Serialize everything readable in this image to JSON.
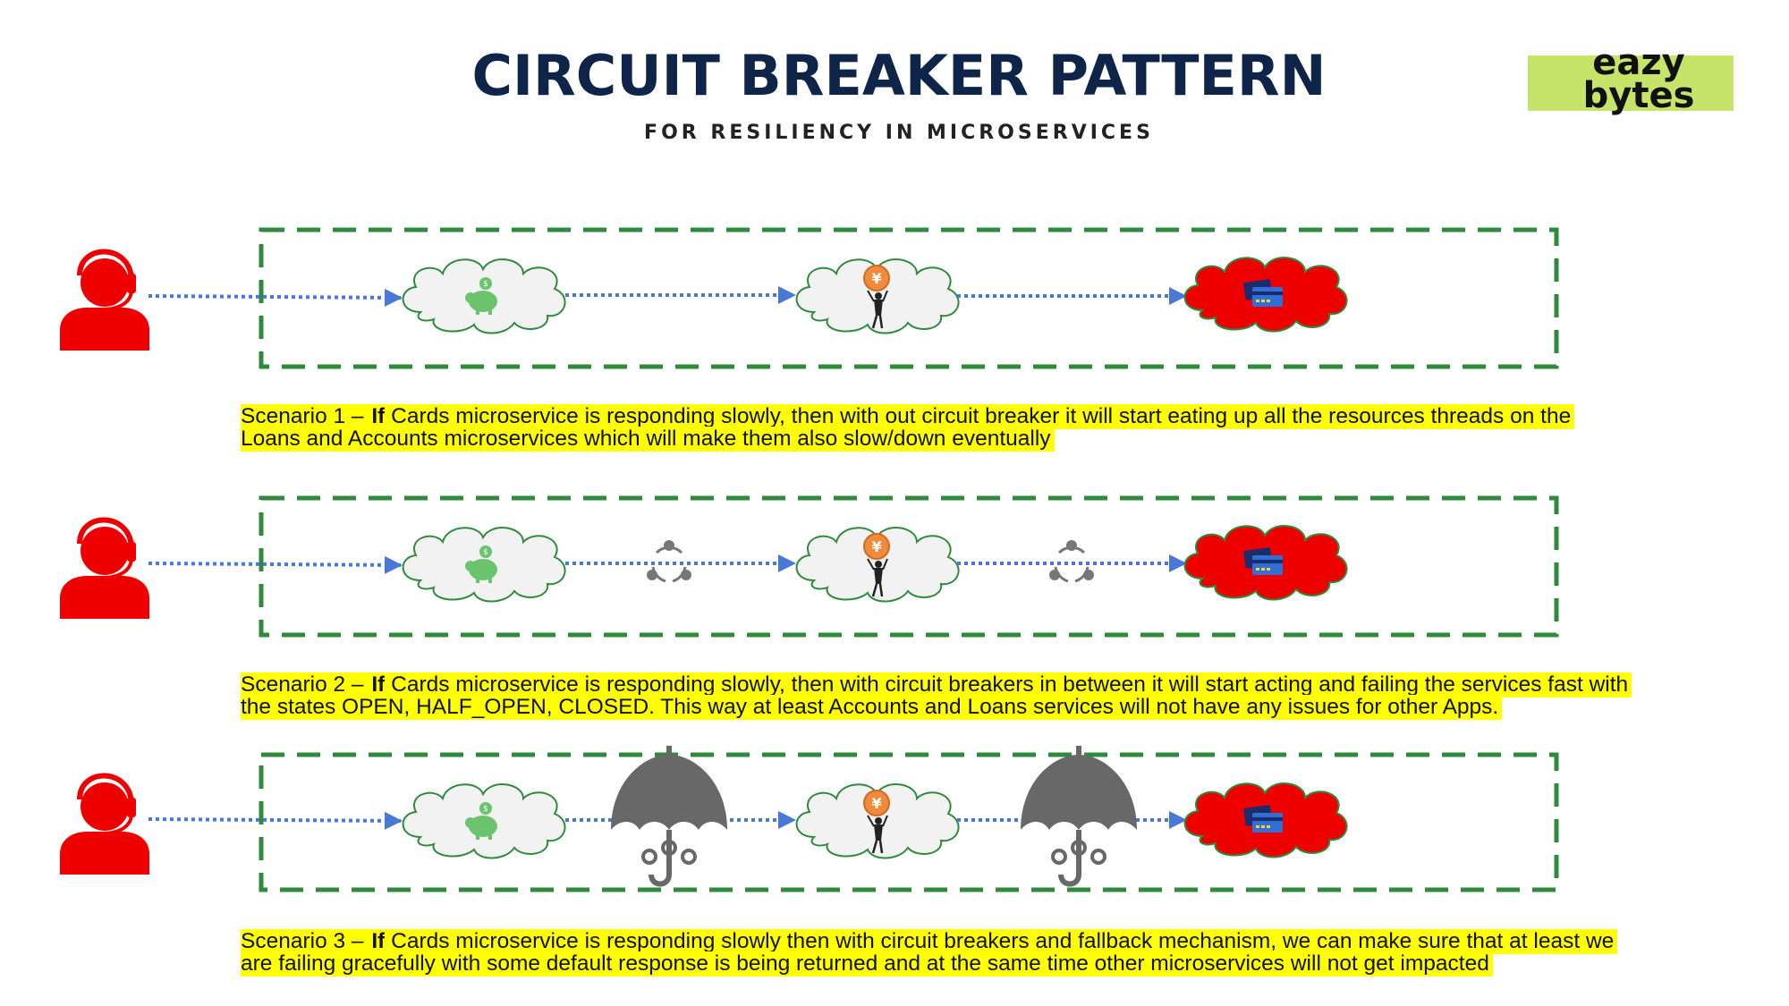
{
  "header": {
    "title": "CIRCUIT BREAKER PATTERN",
    "subtitle": "FOR RESILIENCY IN MICROSERVICES",
    "logo_line1": "eazy",
    "logo_line2": "bytes"
  },
  "colors": {
    "title": "#0f2449",
    "dashed_border": "#2e8b3c",
    "arrow": "#4a78d6",
    "user_icon": "#ee0000",
    "slow_service": "#ee0000",
    "healthy_service_fill": "#f2f2f2",
    "healthy_service_stroke": "#2e8b3c",
    "caption_highlight": "#ffff00",
    "logo_background": "#c6e36a",
    "breaker_icon": "#777777"
  },
  "scenarios": [
    {
      "prefix": "Scenario 1 – ",
      "emphasis": "If",
      "text": " Cards microservice is responding slowly, then with out circuit breaker it will start eating up all the resources threads on the Loans and Accounts microservices which will make them also slow/down eventually",
      "nodes": [
        "user-icon",
        "piggy-bank-icon",
        "coin-person-icon",
        "credit-card-icon"
      ],
      "between_icon": "none"
    },
    {
      "prefix": "Scenario 2 – ",
      "emphasis": "If",
      "text": " Cards microservice is responding slowly, then with circuit breakers in between it will start acting and failing the services fast with the states OPEN, HALF_OPEN, CLOSED. This way at least Accounts and Loans services will not have any issues for other Apps.",
      "nodes": [
        "user-icon",
        "piggy-bank-icon",
        "coin-person-icon",
        "credit-card-icon"
      ],
      "between_icon": "cycle-icon"
    },
    {
      "prefix": "Scenario 3 – ",
      "emphasis": "If",
      "text": " Cards microservice is responding slowly then with circuit breakers and fallback mechanism, we can make sure that at least we are failing gracefully with some default response is being returned and at the same time other microservices will not get impacted",
      "nodes": [
        "user-icon",
        "piggy-bank-icon",
        "coin-person-icon",
        "credit-card-icon"
      ],
      "between_icon": "umbrella-icon"
    }
  ]
}
